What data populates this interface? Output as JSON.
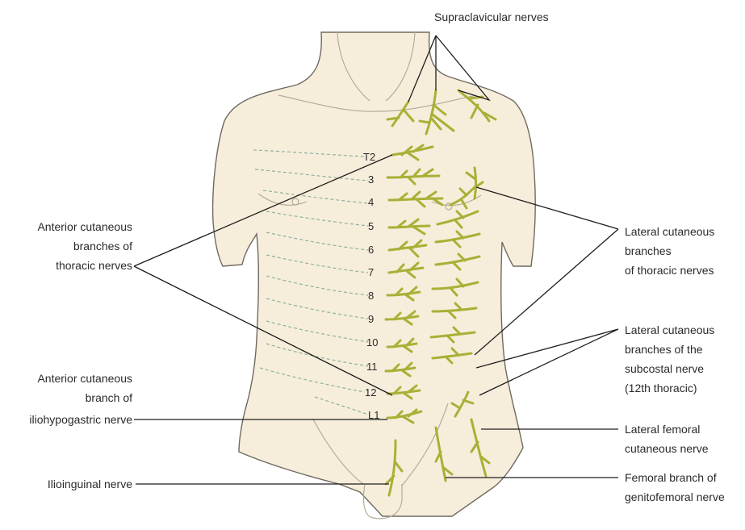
{
  "labels": {
    "supraclavicular": "Supraclavicular nerves",
    "anterior_thoracic": [
      "Anterior cutaneous",
      "branches of",
      "thoracic nerves"
    ],
    "lateral_thoracic": [
      "Lateral cutaneous",
      "branches",
      "of thoracic nerves"
    ],
    "lateral_subcostal": [
      "Lateral cutaneous",
      "branches of the",
      "subcostal nerve",
      "(12th thoracic)"
    ],
    "anterior_iliohypogastric": [
      "Anterior cutaneous",
      "branch of",
      "iliohypogastric nerve"
    ],
    "ilioinguinal": "Ilioinguinal nerve",
    "lateral_femoral": [
      "Lateral femoral",
      "cutaneous nerve"
    ],
    "genitofemoral": [
      "Femoral branch of",
      "genitofemoral nerve"
    ]
  },
  "levels": [
    "T2",
    "3",
    "4",
    "5",
    "6",
    "7",
    "8",
    "9",
    "10",
    "11",
    "12",
    "L1"
  ],
  "colors": {
    "skin": "#f6eedb",
    "nerve": "#a7b136",
    "dermatome_line": "#8fb0a0",
    "leader": "#1e1e1e"
  }
}
